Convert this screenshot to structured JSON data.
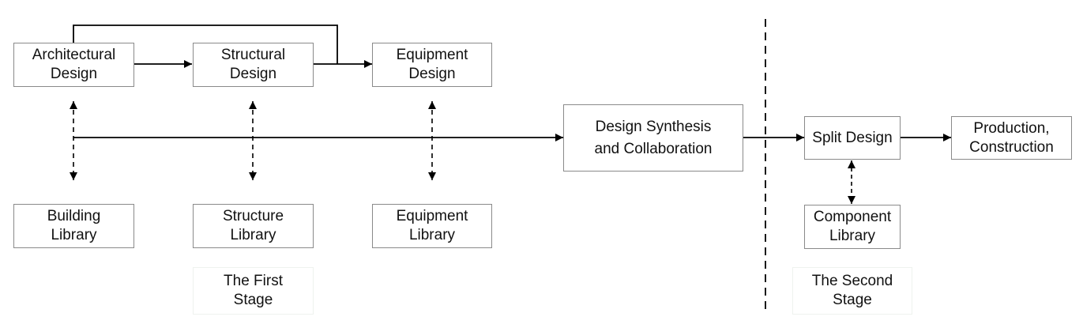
{
  "nodes": {
    "architectural_design": "Architectural\nDesign",
    "structural_design": "Structural\nDesign",
    "equipment_design": "Equipment\nDesign",
    "design_synthesis": "Design Synthesis\nand Collaboration",
    "split_design": "Split Design",
    "production": "Production,\nConstruction",
    "building_library": "Building\nLibrary",
    "structure_library": "Structure\nLibrary",
    "equipment_library": "Equipment\nLibrary",
    "component_library": "Component\nLibrary"
  },
  "stages": {
    "first": "The First\nStage",
    "second": "The Second\nStage"
  },
  "colors": {
    "box_border": "#8a8a8a",
    "line": "#000000"
  }
}
